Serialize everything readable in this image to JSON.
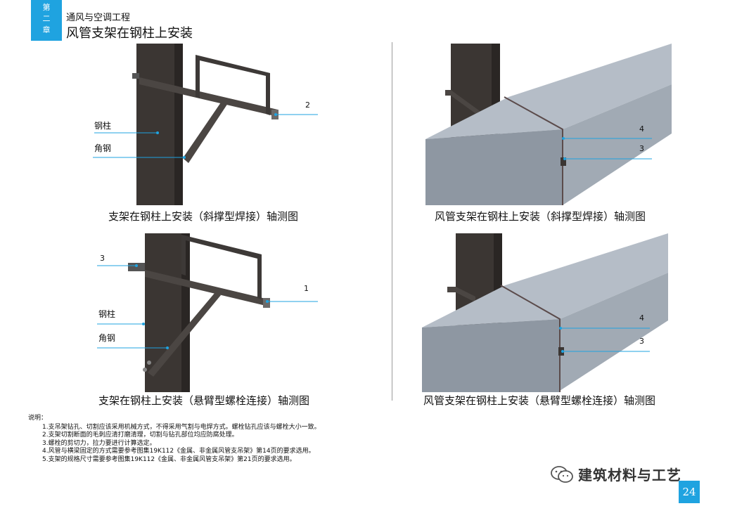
{
  "header": {
    "chapter_chars": [
      "第",
      "二",
      "章"
    ],
    "subtitle": "通风与空调工程",
    "title": "风管支架在钢柱上安装"
  },
  "figures": {
    "tl": {
      "caption": "支架在钢柱上安装（斜撑型焊接）轴测图",
      "label_column": "钢柱",
      "label_angle": "角钢",
      "num_1": "2"
    },
    "tr": {
      "caption": "风管支架在钢柱上安装（斜撑型焊接）轴测图",
      "num_1": "4",
      "num_2": "3"
    },
    "bl": {
      "caption": "支架在钢柱上安装（悬臂型螺栓连接）轴测图",
      "label_column": "钢柱",
      "label_angle": "角钢",
      "num_1": "3",
      "num_2": "1"
    },
    "br": {
      "caption": "风管支架在钢柱上安装（悬臂型螺栓连接）轴测图",
      "num_1": "4",
      "num_2": "3"
    }
  },
  "notes": {
    "heading": "说明：",
    "items": [
      "1.支吊架钻孔、切割应该采用机械方式，不得采用气割与电焊方式。螺栓钻孔应该与螺栓大小一致。",
      "2.支架切割断面的毛刺应清打磨清理，切割与钻孔部位均应防腐处理。",
      "3.螺栓的剪切力，拉力要进行计算选定。",
      "4.风管与横梁固定的方式需要参考图集19K112《金属、非金属风管支吊架》第14页的要求选用。",
      "5.支架的规格尺寸需要参考图集19K112《金属、非金属风管支吊架》第21页的要求选用。"
    ]
  },
  "watermark": {
    "text": "建筑材料与工艺"
  },
  "page_number": "24",
  "colors": {
    "accent": "#1fa3e0",
    "steel": "#3a3532",
    "duct_top": "#b4bcc6",
    "duct_front": "#8d96a1",
    "leader": "#1fa3e0"
  }
}
